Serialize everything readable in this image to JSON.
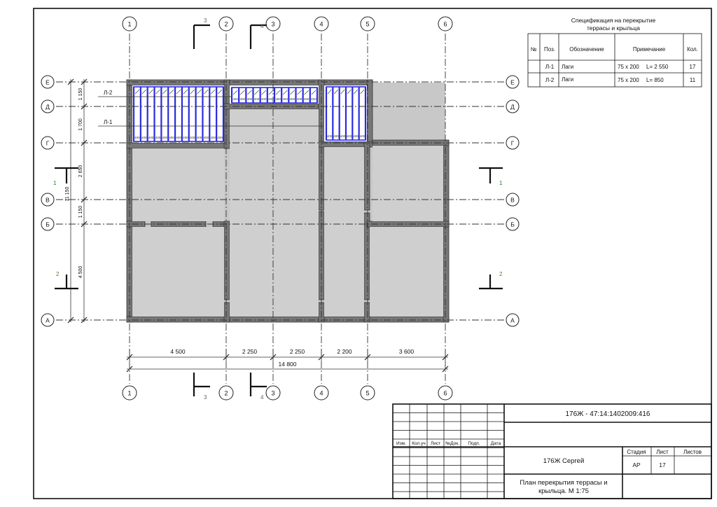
{
  "axes": {
    "vertical": [
      "1",
      "2",
      "3",
      "4",
      "5",
      "6"
    ],
    "horizontal": [
      "Е",
      "Д",
      "Г",
      "В",
      "Б",
      "А"
    ]
  },
  "dimensions": {
    "bottom": [
      "4 500",
      "2 250",
      "2 250",
      "2 200",
      "3 600"
    ],
    "bottom_total": "14 800",
    "left": [
      "1 150",
      "1 700",
      "2 650",
      "1 150",
      "4 500"
    ],
    "left_total": "11 150"
  },
  "sections": {
    "top": [
      "3",
      "4"
    ],
    "bottom": [
      "3",
      "4"
    ],
    "left": [
      "1",
      "2"
    ],
    "right": [
      "1",
      "2"
    ]
  },
  "plan_labels": {
    "beam_l2": "Л-2",
    "beam_l1": "Л-1",
    "spacing": "400"
  },
  "spec": {
    "title_line1": "Спецификация на перекрытие",
    "title_line2": "террасы и крыльца",
    "headers": [
      "№",
      "Поз.",
      "Обозначение",
      "Примечание",
      "Кол."
    ],
    "rows": [
      {
        "num": "",
        "pos": "Л-1",
        "name": "Лаги",
        "note_size": "75 x 200",
        "note_len": "L= 2 550",
        "qty": "17"
      },
      {
        "num": "",
        "pos": "Л-2",
        "name": "Лаги",
        "note_size": "75 x 200",
        "note_len": "L= 850",
        "qty": "11"
      }
    ]
  },
  "title_block": {
    "code": "176Ж - 47:14:1402009:416",
    "headers": [
      "Изм.",
      "Кол.уч",
      "Лист",
      "№Док.",
      "Подп.",
      "Дата"
    ],
    "author": "176Ж Сергей",
    "stage_label": "Стадия",
    "sheet_label": "Лист",
    "sheets_label": "Листов",
    "stage": "АР",
    "sheet": "17",
    "sheets": "",
    "drawing_title_line1": "План перекрытия террасы и",
    "drawing_title_line2": "крыльца. М 1:75"
  }
}
